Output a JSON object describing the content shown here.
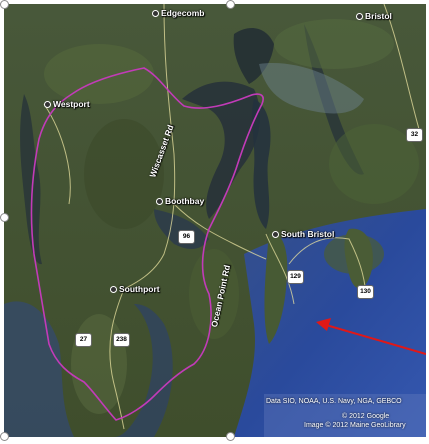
{
  "map": {
    "places": {
      "edgecomb": "Edgecomb",
      "bristol": "Bristol",
      "westport": "Westport",
      "boothbay": "Boothbay",
      "south_bristol": "South Bristol",
      "southport": "Southport"
    },
    "roads": {
      "wiscasset": "Wiscasset Rd",
      "ocean_point": "Ocean Point Rd"
    },
    "shields": [
      "96",
      "27",
      "238",
      "129",
      "130",
      "32"
    ],
    "attribution": {
      "data": "Data SIO, NOAA, U.S. Navy, NGA, GEBCO",
      "google": "© 2012 Google",
      "image": "Image © 2012 Maine GeoLibrary"
    },
    "colors": {
      "boundary": "#c23bb8",
      "arrow": "#e01818",
      "water": "#2b4fa0",
      "land": "#4b5a32"
    }
  }
}
